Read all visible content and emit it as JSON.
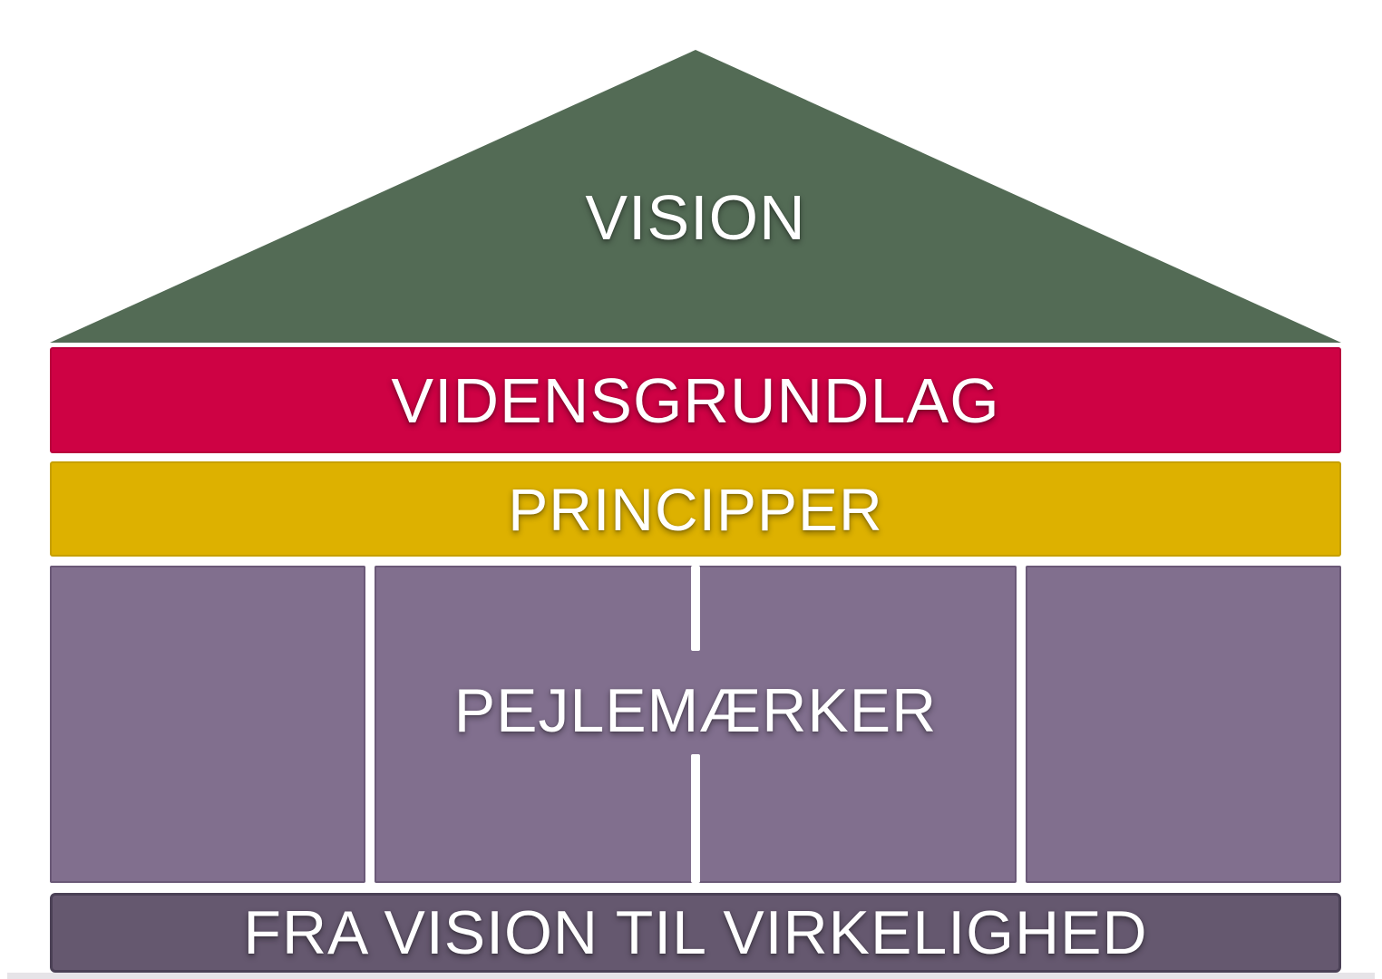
{
  "diagram": {
    "type": "house-model",
    "roof": {
      "label": "VISION",
      "color": "#536b55"
    },
    "bands": [
      {
        "id": "vidensgrundlag",
        "label": "VIDENSGRUNDLAG",
        "color": "#ce0244"
      },
      {
        "id": "principper",
        "label": "PRINCIPPER",
        "color": "#ddb100"
      }
    ],
    "pillars": {
      "label": "PEJLEMÆRKER",
      "color": "#816f8e",
      "count": 4,
      "divider_color": "#ffffff"
    },
    "base": {
      "label": "FRA VISION TIL VIRKELIGHED",
      "color": "#65586f",
      "border_color": "#4b4156"
    },
    "text_color": "#ffffff",
    "background_color": "#ffffff"
  }
}
